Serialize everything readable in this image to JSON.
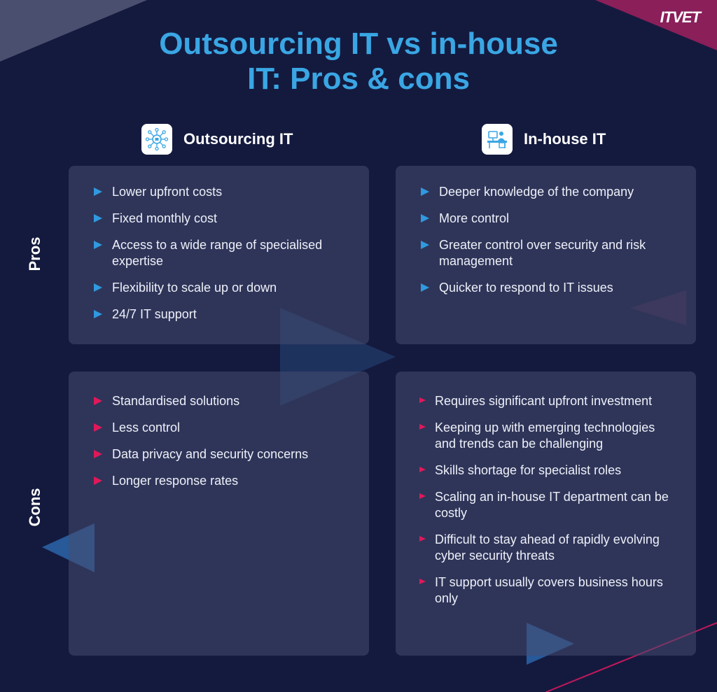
{
  "brand": {
    "logo_text": "ITVET",
    "accent": "#3aa6e4",
    "pro_color": "#2f9ae0",
    "con_color": "#e0185a"
  },
  "title": {
    "line1": "Outsourcing IT vs in-house",
    "line2": "IT: Pros & cons"
  },
  "columns": [
    {
      "label": "Outsourcing IT",
      "icon": "network-hub-icon"
    },
    {
      "label": "In-house IT",
      "icon": "desk-worker-icon"
    }
  ],
  "rows": {
    "pros_label": "Pros",
    "cons_label": "Cons"
  },
  "outsourcing_pros": [
    "Lower upfront costs",
    "Fixed monthly cost",
    "Access to a wide range of specialised expertise",
    "Flexibility to scale up or down",
    "24/7 IT support"
  ],
  "inhouse_pros": [
    "Deeper knowledge of the company",
    "More control",
    "Greater control over security and risk management",
    "Quicker to respond to IT issues"
  ],
  "outsourcing_cons": [
    "Standardised solutions",
    "Less control",
    "Data privacy and security concerns",
    "Longer response rates"
  ],
  "inhouse_cons": [
    "Requires significant upfront investment",
    "Keeping up with emerging technologies and trends can be challenging",
    "Skills shortage for specialist roles",
    "Scaling an in-house IT department can be costly",
    "Difficult to stay ahead of rapidly evolving cyber security threats",
    "IT support usually covers business hours only"
  ]
}
